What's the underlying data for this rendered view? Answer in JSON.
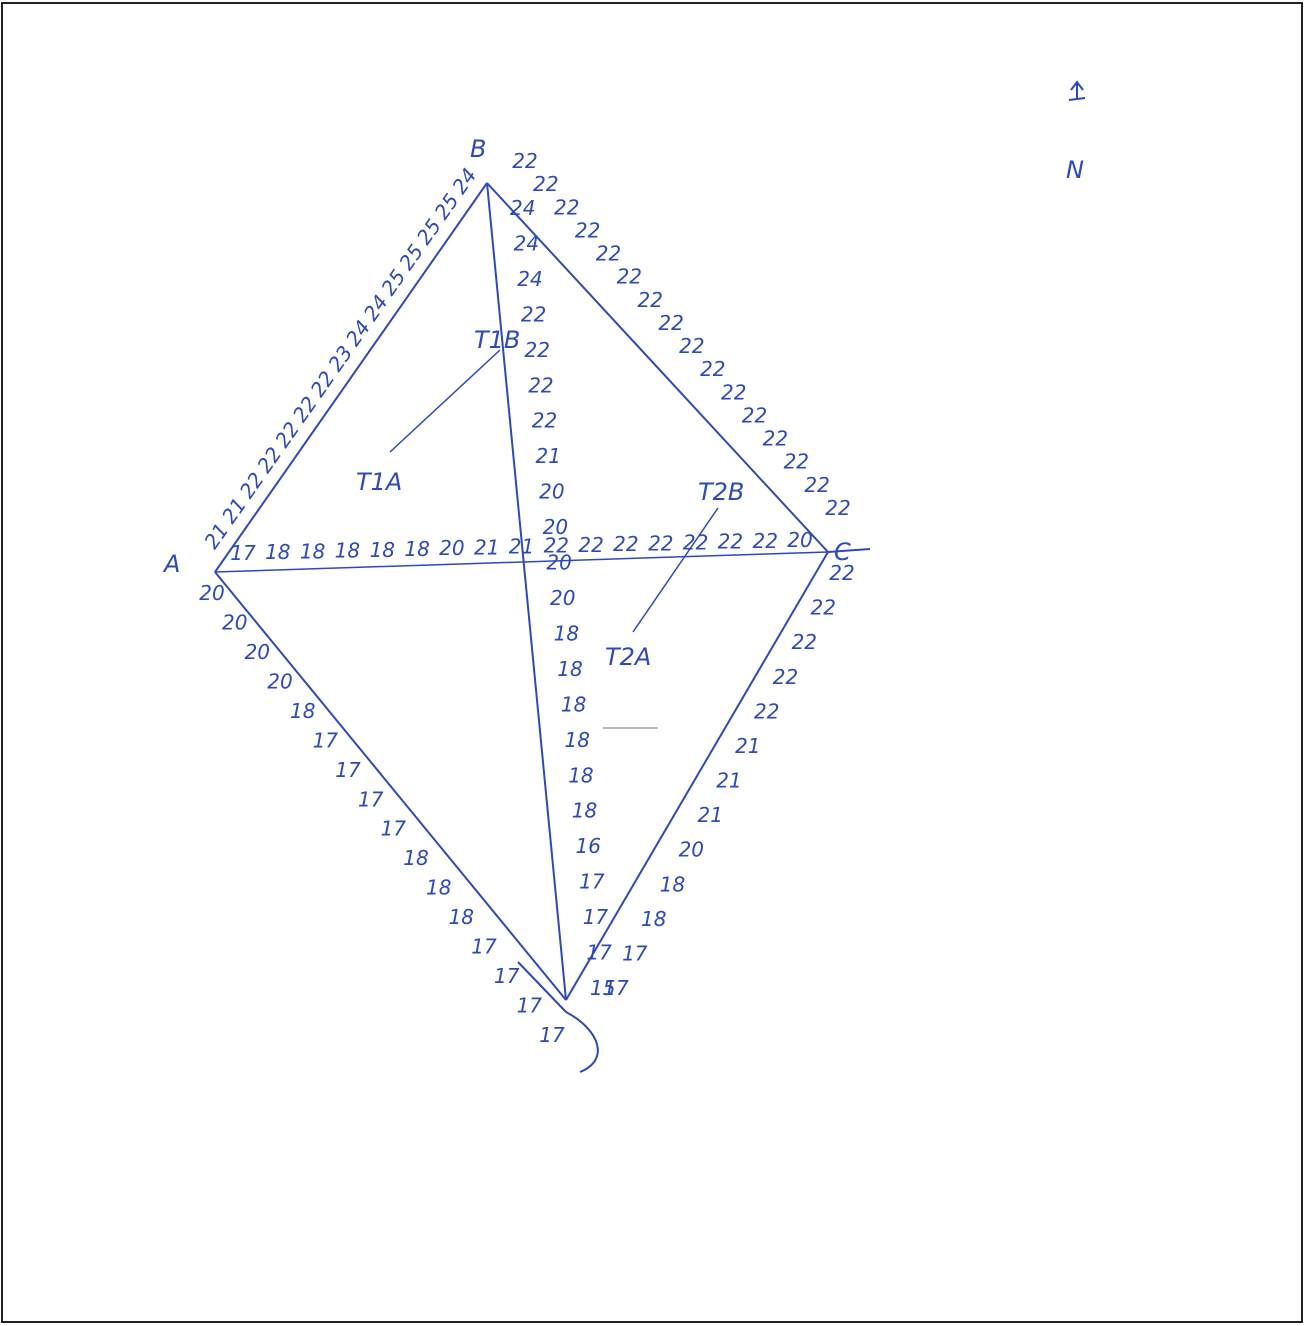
{
  "colors": {
    "ink": "#2e49b8",
    "frame": "#222222",
    "paper": "#ffffff",
    "pencil_dash": "#777777"
  },
  "north_arrow": {
    "label": "N"
  },
  "vertices": {
    "A": {
      "label": "A"
    },
    "B": {
      "label": "B"
    },
    "C": {
      "label": "C"
    },
    "D": {
      "label": ""
    }
  },
  "temperature_points": {
    "T1A": {
      "label": "T1A"
    },
    "T1B": {
      "label": "T1B"
    },
    "T2A": {
      "label": "T2A"
    },
    "T2B": {
      "label": "T2B"
    }
  },
  "edges": {
    "A_B": {
      "readings": [
        "21",
        "21",
        "22",
        "22",
        "22",
        "22",
        "22",
        "23",
        "24",
        "24",
        "25",
        "25",
        "25",
        "25",
        "24"
      ]
    },
    "B_C": {
      "readings": [
        "22",
        "22",
        "22",
        "22",
        "22",
        "22",
        "22",
        "22",
        "22",
        "22",
        "22",
        "22",
        "22",
        "22",
        "22",
        "22"
      ]
    },
    "B_D": {
      "readings": [
        "24",
        "24",
        "24",
        "22",
        "22",
        "22",
        "22",
        "21",
        "20",
        "20",
        "20",
        "20",
        "18",
        "18",
        "18",
        "18",
        "18",
        "18",
        "16",
        "17",
        "17",
        "17",
        "15"
      ]
    },
    "A_C": {
      "readings": [
        "17",
        "18",
        "18",
        "18",
        "18",
        "18",
        "20",
        "21",
        "21",
        "22",
        "22",
        "22",
        "22",
        "22",
        "22",
        "22",
        "20"
      ]
    },
    "A_D": {
      "readings": [
        "20",
        "20",
        "20",
        "20",
        "18",
        "17",
        "17",
        "17",
        "17",
        "18",
        "18",
        "18",
        "17",
        "17",
        "17",
        "17"
      ]
    },
    "C_D": {
      "readings": [
        "22",
        "22",
        "22",
        "22",
        "22",
        "21",
        "21",
        "21",
        "20",
        "18",
        "18",
        "17",
        "17"
      ]
    }
  }
}
